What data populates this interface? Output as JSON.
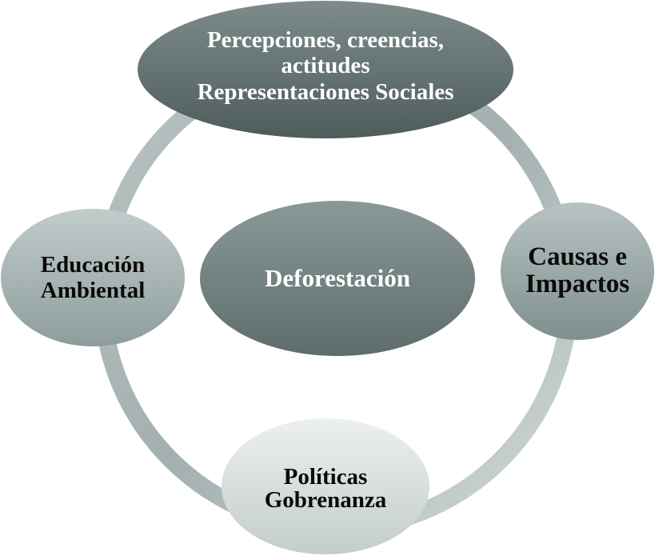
{
  "diagram": {
    "center": {
      "label": "Deforestación",
      "color": "#6f7e7d",
      "text_color": "#ffffff"
    },
    "nodes": [
      {
        "id": "perceptions",
        "lines": [
          "Percepciones, creencias,",
          "actitudes",
          "Representaciones Sociales"
        ],
        "color": "#5f6e6d",
        "text_color": "#ffffff"
      },
      {
        "id": "causes",
        "lines": [
          "Causas e",
          "Impactos"
        ],
        "color": "#9aa9a8",
        "text_color": "#0a0a0a"
      },
      {
        "id": "policies",
        "lines": [
          "Políticas",
          "Gobrenanza"
        ],
        "color": "#d3dbda",
        "text_color": "#0a0a0a"
      },
      {
        "id": "education",
        "lines": [
          "Educación",
          "Ambiental"
        ],
        "color": "#a6b3b2",
        "text_color": "#0a0a0a"
      }
    ],
    "ring_colors": [
      "#8c9b9a",
      "#b4c0bf",
      "#cdd6d5",
      "#bcc7c6"
    ]
  }
}
